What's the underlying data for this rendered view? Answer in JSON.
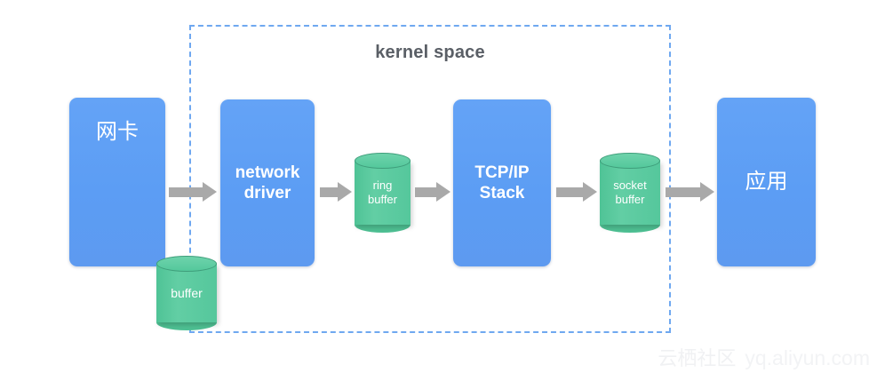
{
  "diagram": {
    "kernel_region": {
      "title": "kernel space"
    },
    "boxes": [
      {
        "name": "nic",
        "label": "网卡"
      },
      {
        "name": "driver",
        "label": "network\ndriver"
      },
      {
        "name": "stack",
        "label": "TCP/IP\nStack"
      },
      {
        "name": "app",
        "label": "应用"
      }
    ],
    "cylinders": [
      {
        "name": "nic-buffer",
        "label": "buffer"
      },
      {
        "name": "ring-buffer",
        "label": "ring\nbuffer"
      },
      {
        "name": "socket-buffer",
        "label": "socket\nbuffer"
      }
    ],
    "arrows": [
      {
        "name": "nic-to-driver"
      },
      {
        "name": "driver-to-ring-buffer"
      },
      {
        "name": "ring-buffer-to-stack"
      },
      {
        "name": "stack-to-socket-buffer"
      },
      {
        "name": "socket-buffer-to-app"
      }
    ],
    "colors": {
      "box_blue": "#5c9df4",
      "cylinder_green": "#55c79c",
      "arrow_gray": "#a9a9a9",
      "dashed_border_blue": "#6fa8f0",
      "title_gray": "#5a5f66"
    }
  },
  "watermark": {
    "community": "云栖社区",
    "url": "yq.aliyun.com"
  }
}
